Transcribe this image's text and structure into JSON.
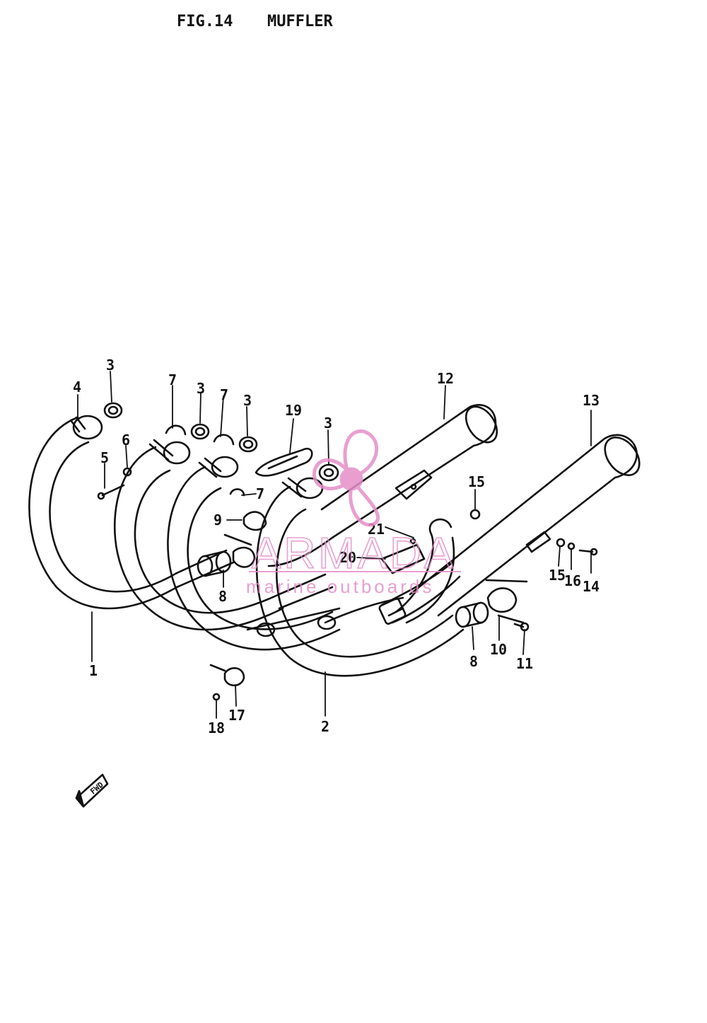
{
  "figure": {
    "number": "FIG.14",
    "name": "MUFFLER"
  },
  "watermark": {
    "brand": "ARMADA",
    "tagline": "marine outboards",
    "color": "#e58fc8"
  },
  "direction_marker": "FWD",
  "callouts": [
    "1",
    "2",
    "3",
    "3",
    "3",
    "3",
    "4",
    "5",
    "6",
    "7",
    "7",
    "7",
    "8",
    "8",
    "9",
    "10",
    "11",
    "12",
    "13",
    "14",
    "15",
    "15",
    "16",
    "17",
    "18",
    "19",
    "20",
    "21"
  ],
  "ink_color": "#111111"
}
